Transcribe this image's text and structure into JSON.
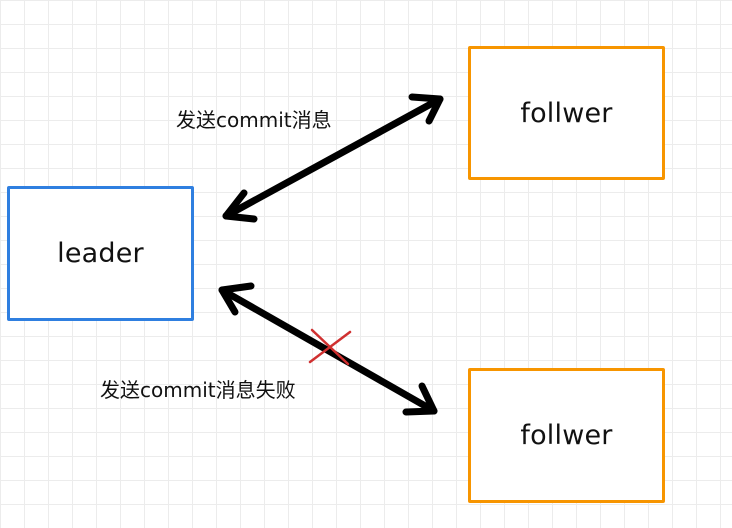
{
  "diagram": {
    "leader": {
      "label": "leader"
    },
    "followers": [
      {
        "label": "follwer"
      },
      {
        "label": "follwer"
      }
    ],
    "edges": [
      {
        "label": "发送commit消息",
        "status": "success"
      },
      {
        "label": "发送commit消息失败",
        "status": "failed"
      }
    ],
    "colors": {
      "leader_border": "#2f7fe0",
      "follower_border": "#f79500",
      "arrow": "#000000",
      "failure_mark": "#d03030"
    }
  }
}
